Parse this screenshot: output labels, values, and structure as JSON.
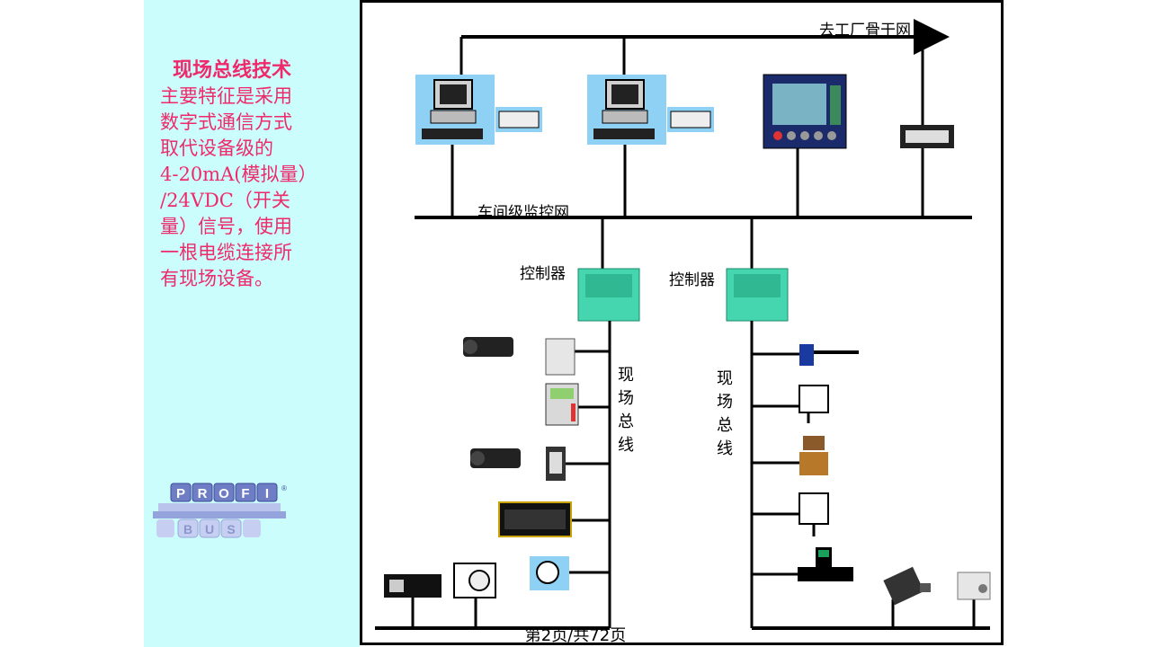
{
  "left_panel": {
    "heading": "现场总线技术",
    "lines": [
      "主要特征是采用",
      "数字式通信方式",
      "取代设备级的",
      "4-20mA(模拟量）",
      "/24VDC（开关",
      "量）信号，使用",
      "一根电缆连接所",
      "有现场设备。"
    ],
    "logo_text": {
      "top": "PROFI",
      "bottom": "BUS",
      "registered": "®"
    }
  },
  "diagram": {
    "backbone_label": "去工厂骨干网",
    "workshop_label": "车间级监控网",
    "controller_left_label": "控制器",
    "controller_right_label": "控制器",
    "fieldbus_left_label": "现场总线",
    "fieldbus_right_label": "现场总线"
  },
  "footer": {
    "page_number": "第2页/共72页"
  },
  "colors": {
    "text_pink": "#ee2a6a",
    "panel_cyan": "#cbfdfd",
    "controller_teal": "#45d6b0"
  }
}
